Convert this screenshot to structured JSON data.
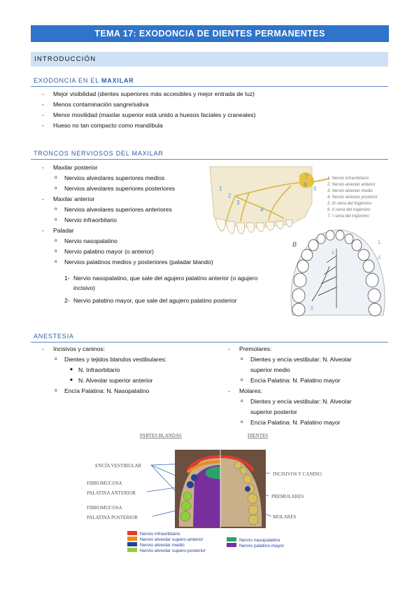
{
  "title": "TEMA 17: EXODONCIA DE DIENTES PERMANENTES",
  "intro_heading": "INTRODUCCIÓN",
  "sec1": {
    "pre": "EXODONCIA EN EL ",
    "bold": "MAXILAR",
    "items": [
      "Mejor visibilidad (dientes superiores más accesibles y mejor entrada de luz)",
      "Menos contaminación sangre/saliva",
      "Menor movilidad (maxilar superior está unido a huesos faciales y craneales)",
      "Hueso no tan compacto como mandíbula"
    ]
  },
  "sec2": {
    "heading": "TRONCOS NERVIOSOS DEL MAXILAR",
    "l1": [
      "Maxilar posterior",
      "Maxilar anterior",
      "Paladar"
    ],
    "l2": [
      "Nervios alveolares superiores medios",
      "Nervios alveolares superiores posteriores",
      "Nervios alveolares superiores anteriores",
      "Nervio infraorbitario",
      "Nervio nasopalatino",
      "Nervio palatino mayor (o anterior)",
      "Nervios palatinos medios y posteriores (paladar blando)"
    ],
    "n1": "1-",
    "t1": "Nervio nasopalatino, que sale del agujero palatino anterior (o agujero incisivo)",
    "n2": "2-",
    "t2": "Nervio palatino mayor, que sale del agujero palatino posterior"
  },
  "fig1": {
    "nums": [
      "1",
      "2",
      "3",
      "4",
      "5",
      "6",
      "7"
    ],
    "legend": [
      "1.  Nervio infraorbitario",
      "2.  Nervio alveolar anterior",
      "3.  Nervio alveolar medio",
      "4.  Nervio alveolar posterior",
      "5.  III rama del trigémino",
      "6.  II rama del trigémino",
      "7.  I rama del trigémino"
    ],
    "b_label": "B",
    "b1": "1.",
    "b2": "2.",
    "p1": "1",
    "p2": "2"
  },
  "sec3": {
    "heading": "ANESTESIA",
    "left": {
      "a": "Incisivos y caninos:",
      "b": "Dientes y tejidos blandos vestibulares:",
      "c": "N. Infraorbitario",
      "d": "N. Alveolar superior anterior",
      "e": "Encía Palatina: N. Nasopalatino"
    },
    "right": {
      "a": "Premolares:",
      "b1": "Dientes y encía vestibular: N. Alveolar",
      "b2": "superior medio",
      "c": "Encía Palatina: N. Palatino mayor",
      "d": "Molares:",
      "e1": "Dientes y encía vestibular: N. Alveolar",
      "e2": "superior posterior",
      "f": "Encía Palatina: N. Palatino mayor"
    }
  },
  "fig2": {
    "partes": "PARTES BLANDAS",
    "dientes": "DIENTES",
    "encia": "ENCÍA VESTIBULAR",
    "fibro1a": "FIBROMUCOSA",
    "fibro1b": "PALATINA ANTERIOR",
    "fibro2a": "FIBROMUCOSA",
    "fibro2b": "PALATINA POSTERIOR",
    "incisivos": "INCISIVOS Y CANINO",
    "premolares": "PREMOLARES",
    "molares": "MOLARES",
    "legend": [
      {
        "color": "#e83a2a",
        "label": "Nervio infraorbitario"
      },
      {
        "color": "#f08a1c",
        "label": "Nervio alveolar supero-anterior"
      },
      {
        "color": "#2b3f99",
        "label": "Nervio alveolar medio"
      },
      {
        "color": "#8fcf3a",
        "label": "Nervio alveolar supero-posterior"
      },
      {
        "color": "#2aa36a",
        "label": "Nervio nasopalatino"
      },
      {
        "color": "#7a2f9e",
        "label": "Nervio palatino mayor"
      }
    ]
  }
}
